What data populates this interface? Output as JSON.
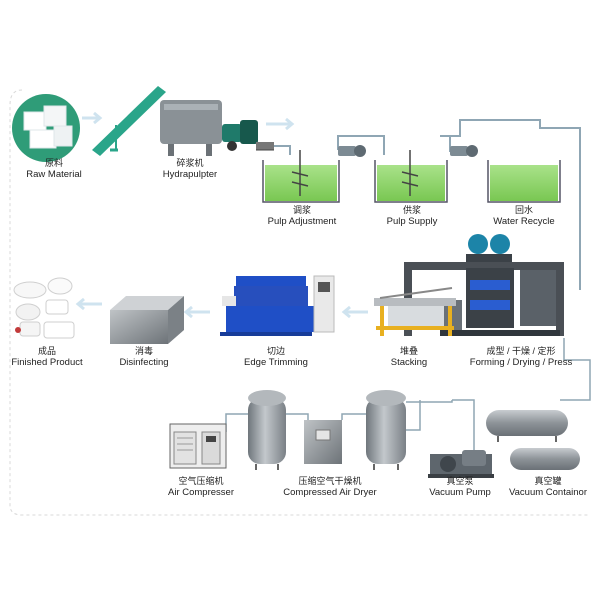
{
  "stages": {
    "raw_material": {
      "zh": "原料",
      "en": "Raw Material"
    },
    "hydrapulpter": {
      "zh": "碎浆机",
      "en": "Hydrapulpter"
    },
    "pulp_adjustment": {
      "zh": "调浆",
      "en": "Pulp Adjustment"
    },
    "pulp_supply": {
      "zh": "供浆",
      "en": "Pulp Supply"
    },
    "water_recycle": {
      "zh": "回水",
      "en": "Water Recycle"
    },
    "finished_product": {
      "zh": "成品",
      "en": "Finished Product"
    },
    "disinfecting": {
      "zh": "消毒",
      "en": "Disinfecting"
    },
    "edge_trimming": {
      "zh": "切边",
      "en": "Edge Trimming"
    },
    "stacking": {
      "zh": "堆叠",
      "en": "Stacking"
    },
    "forming": {
      "zh": "成型 / 干燥 / 定形",
      "en": "Forming / Drying / Press"
    },
    "air_compressor": {
      "zh": "空气压缩机",
      "en": "Air Compresser"
    },
    "air_dryer": {
      "zh": "压缩空气干燥机",
      "en": "Compressed Air Dryer"
    },
    "vacuum_pump": {
      "zh": "真空泵",
      "en": "Vacuum Pump"
    },
    "vacuum_container": {
      "zh": "真空罐",
      "en": "Vacuum Containor"
    }
  },
  "colors": {
    "pool_water": "#8fd66a",
    "press_blue": "#1f4fc6",
    "flow_arrow": "#cfe3ef",
    "pipe": "#8fa6b4",
    "tank_gray": "#9aa0a6",
    "conveyor_green": "#2aa58a"
  }
}
